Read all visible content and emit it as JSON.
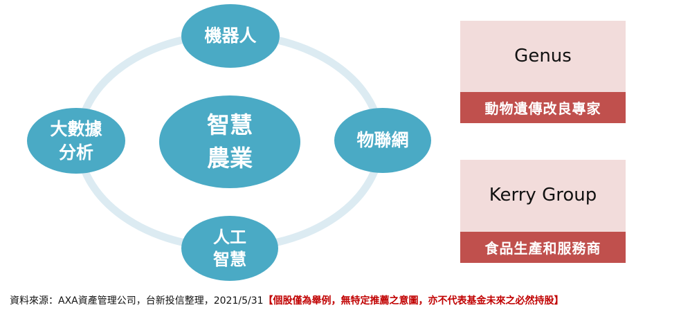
{
  "diagram": {
    "center": {
      "line1": "智慧",
      "line2": "農業"
    },
    "top": {
      "label": "機器人"
    },
    "right": {
      "label": "物聯網"
    },
    "bottom": {
      "line1": "人工",
      "line2": "智慧"
    },
    "left": {
      "line1": "大數據",
      "line2": "分析"
    }
  },
  "cards": [
    {
      "title": "Genus",
      "subtitle": "動物遺傳改良專家"
    },
    {
      "title": "Kerry Group",
      "subtitle": "食品生產和服務商"
    }
  ],
  "footer": {
    "source": "資料來源：AXA資產管理公司，台新投信整理，2021/5/31",
    "disclaimer": "【個股僅為舉例，無特定推薦之意圖，亦不代表基金未來之必然持股】"
  },
  "colors": {
    "node": "#4aaac5",
    "ring": "#dcebf2",
    "card_bg": "#f2dcdb",
    "card_band": "#c0504d",
    "disclaimer": "#c00000"
  }
}
